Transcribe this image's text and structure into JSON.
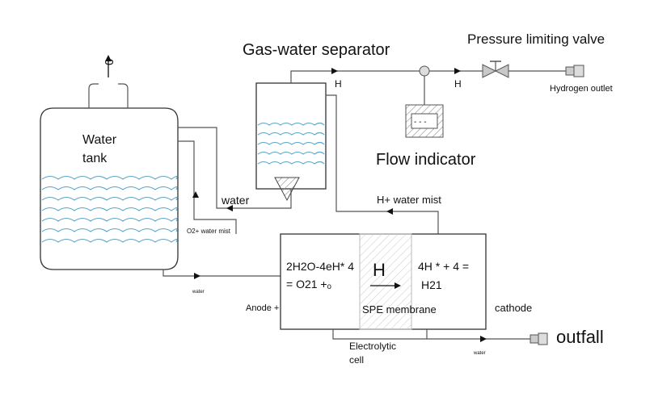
{
  "labels": {
    "o2_top": "0",
    "water_tank": [
      "Water",
      "tank"
    ],
    "separator": "Gas-water separator",
    "h_after_separator": "H",
    "h_after_node": "H",
    "pressure_valve": "Pressure limiting valve",
    "hydrogen_outlet": "Hydrogen outlet",
    "flow_indicator": "Flow indicator",
    "flow_display": "- - -",
    "water_return": "water",
    "h_water_mist": "H+ water mist",
    "o2_water_mist": "O2+ water mist",
    "anode_reaction": [
      "2H2O-4eH* 4",
      "= O21 +ₒ"
    ],
    "membrane_h": "H",
    "cathode_reaction": [
      "4H * + 4 =",
      "H21"
    ],
    "spe_membrane": "SPE membrane",
    "anode": "Anode +",
    "cathode": "cathode",
    "water_feed": "water",
    "electrolytic_cell": [
      "Electrolytic",
      "cell"
    ],
    "water_out": "water",
    "outfall": "outfall"
  },
  "colors": {
    "water_wave": "#5aa6c8",
    "line": "#333333"
  }
}
